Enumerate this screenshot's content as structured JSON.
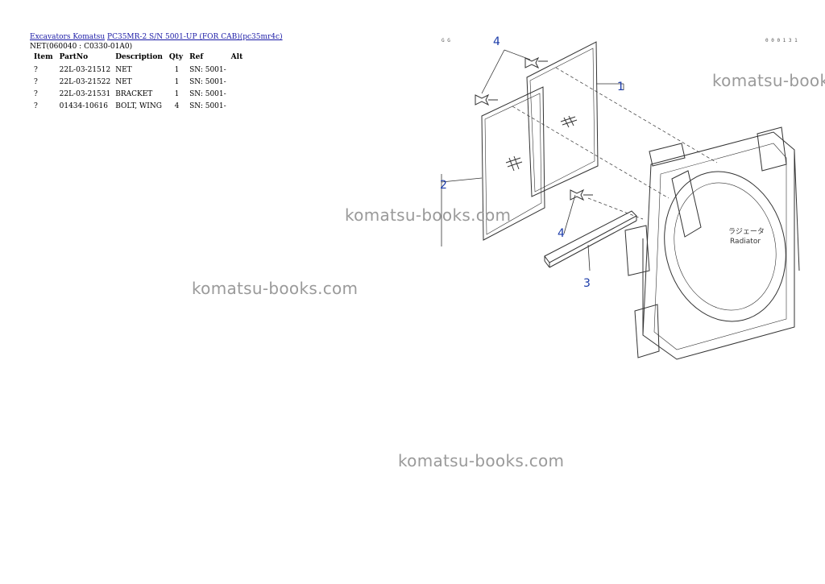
{
  "header": {
    "crumb_category": "Excavators Komatsu",
    "crumb_model": "PC35MR-2 S/N 5001-UP (FOR CAB)(pc35mr4c)",
    "subtitle": "NET(060040 : C0330-01A0)"
  },
  "table": {
    "columns": [
      "Item",
      "PartNo",
      "Description",
      "Qty",
      "Ref",
      "Alt"
    ],
    "rows": [
      {
        "item": "?",
        "partno": "22L-03-21512",
        "description": "NET",
        "qty": "1",
        "ref": "SN: 5001-",
        "alt": ""
      },
      {
        "item": "?",
        "partno": "22L-03-21522",
        "description": "NET",
        "qty": "1",
        "ref": "SN: 5001-",
        "alt": ""
      },
      {
        "item": "?",
        "partno": "22L-03-21531",
        "description": "BRACKET",
        "qty": "1",
        "ref": "SN: 5001-",
        "alt": ""
      },
      {
        "item": "?",
        "partno": "01434-10616",
        "description": "BOLT, WING",
        "qty": "4",
        "ref": "SN: 5001-",
        "alt": ""
      }
    ]
  },
  "diagram": {
    "corner_code_left": "G G",
    "corner_code_right": "0 0 0 1 3 1",
    "callouts": [
      "1",
      "2",
      "3",
      "4",
      "4"
    ],
    "radiator_label_jp": "ラジェータ",
    "radiator_label_en": "Radiator",
    "callout_color": "#1a3aa8"
  },
  "watermarks": [
    "komatsu-books.com",
    "komatsu-books.com",
    "komatsu-books.com",
    "komatsu-books.com"
  ]
}
